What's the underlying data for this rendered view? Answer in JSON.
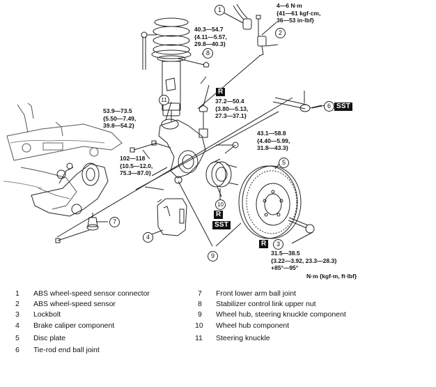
{
  "diagram": {
    "title": "Front suspension / wheel hub, steering knuckle exploded view",
    "callouts": [
      "1",
      "2",
      "3",
      "4",
      "5",
      "6",
      "7",
      "8",
      "9",
      "10",
      "11"
    ],
    "tags": {
      "r": "R",
      "sst": "SST"
    },
    "torque_specs": {
      "sensor_bolt": [
        "4—6 N·m",
        "{41—61 kgf·cm,",
        "36—53 in·lbf}"
      ],
      "stabilizer_nut": [
        "40.3—54.7",
        "{4.11—5.57,",
        "29.8—40.3}"
      ],
      "knuckle_pinch_bolt": [
        "53.9—73.5",
        "{5.50—7.49,",
        "39.8—54.2}"
      ],
      "tie_rod_nut": [
        "37.2—50.4",
        "{3.80—5.13,",
        "27.3—37.1}"
      ],
      "caliper_bolt": [
        "43.1—58.8",
        "{4.40—5.99,",
        "31.8—43.3}"
      ],
      "ball_joint_bolt": [
        "102—118",
        "{10.5—12.0,",
        "75.3—87.0}"
      ],
      "lockbolt": [
        "31.5—38.5",
        "{3.22—3.92, 23.3—28.3}",
        "+85°—95°"
      ]
    },
    "unit_note": "N·m {kgf·m, ft·lbf}"
  },
  "legend": {
    "left": [
      {
        "num": "1",
        "label": "ABS wheel-speed sensor connector"
      },
      {
        "num": "2",
        "label": "ABS wheel-speed sensor"
      },
      {
        "num": "3",
        "label": "Lockbolt"
      },
      {
        "num": "4",
        "label": "Brake caliper component"
      },
      {
        "num": "5",
        "label": "Disc plate"
      },
      {
        "num": "6",
        "label": "Tie-rod end ball joint"
      }
    ],
    "right": [
      {
        "num": "7",
        "label": "Front lower arm ball joint"
      },
      {
        "num": "8",
        "label": "Stabilizer control link upper nut"
      },
      {
        "num": "9",
        "label": "Wheel hub, steering knuckle component"
      },
      {
        "num": "10",
        "label": "Wheel hub component"
      },
      {
        "num": "11",
        "label": "Steering knuckle"
      }
    ]
  }
}
